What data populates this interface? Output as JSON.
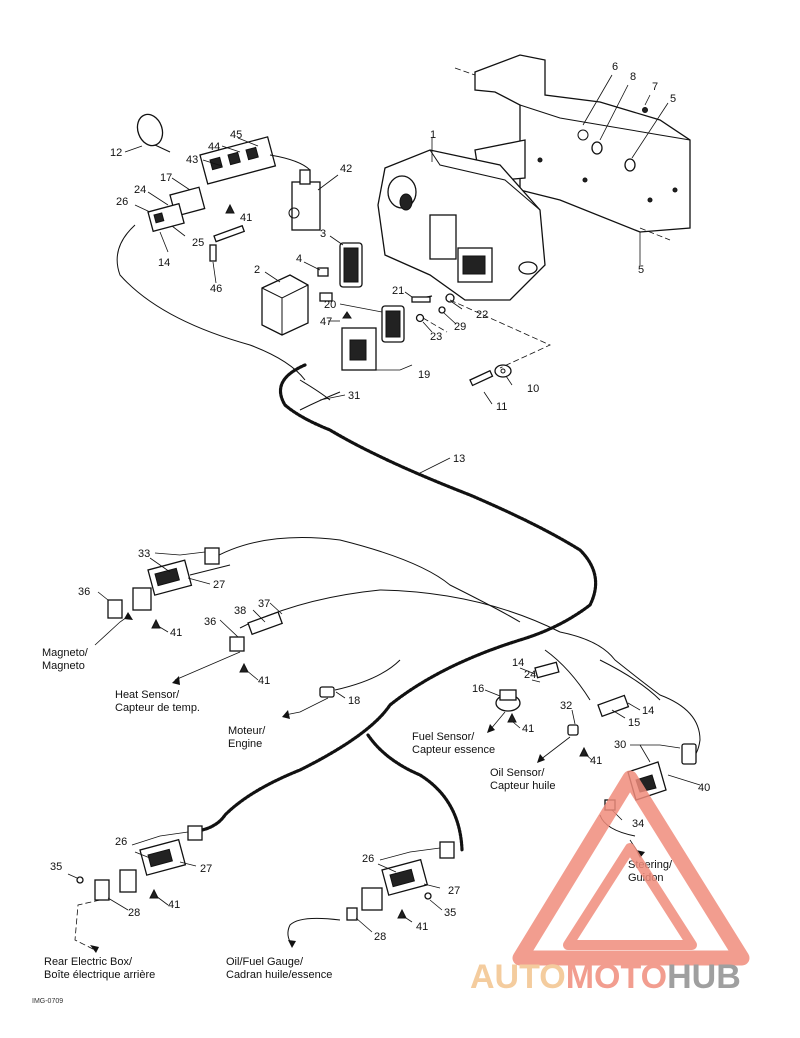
{
  "callouts": {
    "n1": "1",
    "n2": "2",
    "n3": "3",
    "n4": "4",
    "n5a": "5",
    "n5b": "5",
    "n6": "6",
    "n7": "7",
    "n8": "8",
    "n10": "10",
    "n11": "11",
    "n12": "12",
    "n13": "13",
    "n14a": "14",
    "n14b": "14",
    "n14c": "14",
    "n15": "15",
    "n16": "16",
    "n17": "17",
    "n18": "18",
    "n19": "19",
    "n20": "20",
    "n21": "21",
    "n22": "22",
    "n23": "23",
    "n24a": "24",
    "n24b": "24",
    "n25": "25",
    "n26a": "26",
    "n26b": "26",
    "n26c": "26",
    "n27a": "27",
    "n27b": "27",
    "n27c": "27",
    "n28a": "28",
    "n28b": "28",
    "n29": "29",
    "n30": "30",
    "n31": "31",
    "n32": "32",
    "n33": "33",
    "n34": "34",
    "n35a": "35",
    "n35b": "35",
    "n36a": "36",
    "n36b": "36",
    "n37": "37",
    "n38": "38",
    "n40": "40",
    "n41a": "41",
    "n41b": "41",
    "n41c": "41",
    "n41d": "41",
    "n41e": "41",
    "n41f": "41",
    "n41g": "41",
    "n42": "42",
    "n43": "43",
    "n44": "44",
    "n45": "45",
    "n46": "46",
    "n47": "47"
  },
  "labels": {
    "magneto_en": "Magneto/",
    "magneto_fr": "Magneto",
    "heat_en": "Heat Sensor/",
    "heat_fr": "Capteur de temp.",
    "engine_fr": "Moteur/",
    "engine_en": "Engine",
    "fuel_en": "Fuel Sensor/",
    "fuel_fr": "Capteur essence",
    "oil_en": "Oil Sensor/",
    "oil_fr": "Capteur huile",
    "steering_en": "Steering/",
    "steering_fr": "Guidon",
    "rear_en": "Rear Electric Box/",
    "rear_fr": "Boîte électrique arrière",
    "gauge_en": "Oil/Fuel Gauge/",
    "gauge_fr": "Cadran huile/essence"
  },
  "footer_code": "IMG-0709",
  "watermark": {
    "part1": "AUTO",
    "part2": "MOTO",
    "part3": "HUB",
    "color_light": "#f3c48e",
    "color_mid": "#f08c7c",
    "color_dark": "#8f8f8f",
    "triangle_color": "#f08c7c"
  }
}
